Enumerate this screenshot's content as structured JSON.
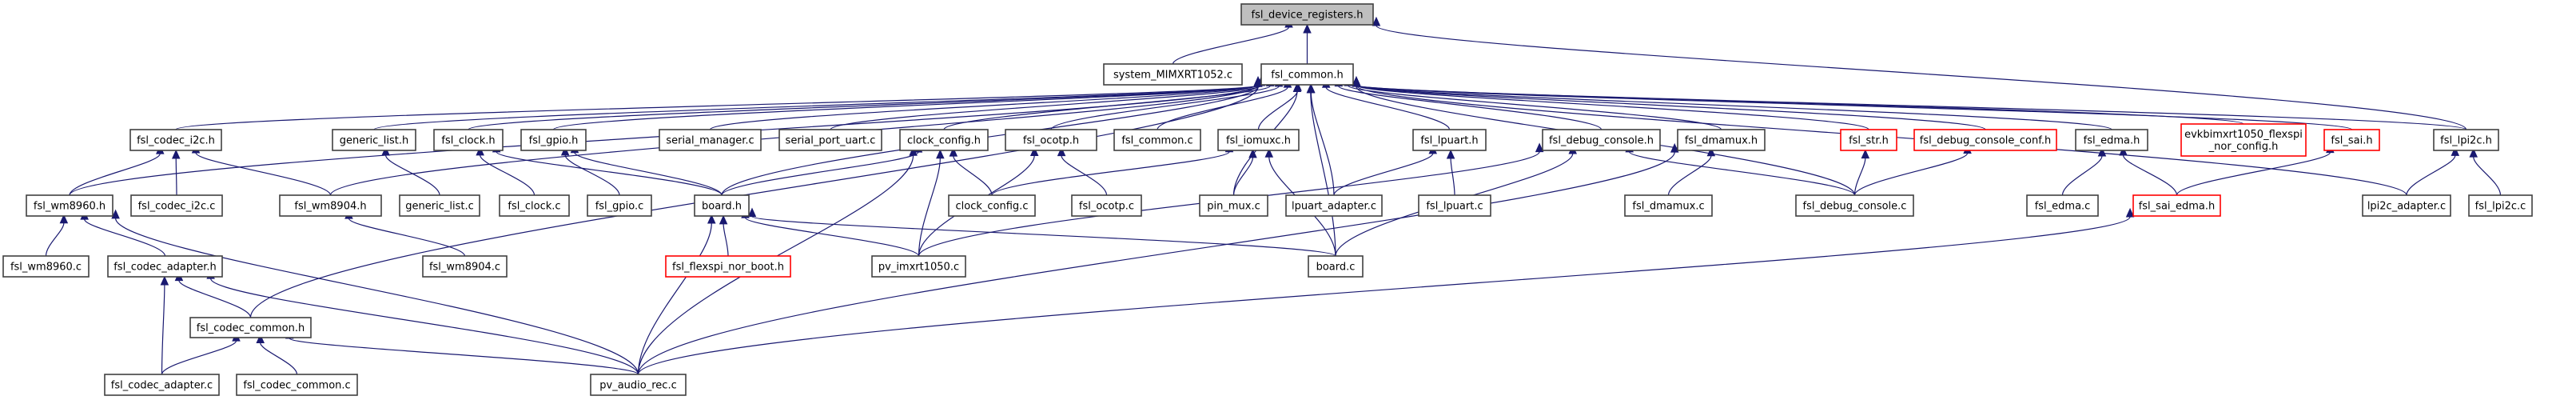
{
  "title": "fsl_device_registers.h include dependency graph",
  "colors": {
    "edge": "#191970",
    "node_border": "#404040",
    "root_fill": "#bfbfbf",
    "undocumented_border": "#ff0000"
  },
  "nodes": [
    {
      "id": "fsl_device_registers_h",
      "label": "fsl_device_registers.h",
      "kind": "root"
    },
    {
      "id": "system_MIMXRT1052_c",
      "label": "system_MIMXRT1052.c",
      "kind": "normal"
    },
    {
      "id": "fsl_common_h",
      "label": "fsl_common.h",
      "kind": "normal"
    },
    {
      "id": "fsl_codec_i2c_h",
      "label": "fsl_codec_i2c.h",
      "kind": "normal"
    },
    {
      "id": "generic_list_h",
      "label": "generic_list.h",
      "kind": "normal"
    },
    {
      "id": "fsl_clock_h",
      "label": "fsl_clock.h",
      "kind": "normal"
    },
    {
      "id": "fsl_gpio_h",
      "label": "fsl_gpio.h",
      "kind": "normal"
    },
    {
      "id": "serial_manager_c",
      "label": "serial_manager.c",
      "kind": "normal"
    },
    {
      "id": "serial_port_uart_c",
      "label": "serial_port_uart.c",
      "kind": "normal"
    },
    {
      "id": "clock_config_h",
      "label": "clock_config.h",
      "kind": "normal"
    },
    {
      "id": "fsl_ocotp_h",
      "label": "fsl_ocotp.h",
      "kind": "normal"
    },
    {
      "id": "fsl_common_c",
      "label": "fsl_common.c",
      "kind": "normal"
    },
    {
      "id": "fsl_iomuxc_h",
      "label": "fsl_iomuxc.h",
      "kind": "normal"
    },
    {
      "id": "fsl_lpuart_h",
      "label": "fsl_lpuart.h",
      "kind": "normal"
    },
    {
      "id": "fsl_debug_console_h",
      "label": "fsl_debug_console.h",
      "kind": "normal"
    },
    {
      "id": "fsl_dmamux_h",
      "label": "fsl_dmamux.h",
      "kind": "normal"
    },
    {
      "id": "fsl_str_h",
      "label": "fsl_str.h",
      "kind": "undocumented"
    },
    {
      "id": "fsl_debug_console_conf_h",
      "label": "fsl_debug_console_conf.h",
      "kind": "undocumented"
    },
    {
      "id": "fsl_edma_h",
      "label": "fsl_edma.h",
      "kind": "normal"
    },
    {
      "id": "evkbimxrt1050_flexspi_nor_config_h",
      "label": "evkbimxrt1050_flexspi\n_nor_config.h",
      "kind": "undocumented"
    },
    {
      "id": "fsl_sai_h",
      "label": "fsl_sai.h",
      "kind": "undocumented"
    },
    {
      "id": "fsl_lpi2c_h",
      "label": "fsl_lpi2c.h",
      "kind": "normal"
    },
    {
      "id": "fsl_wm8960_h",
      "label": "fsl_wm8960.h",
      "kind": "normal"
    },
    {
      "id": "fsl_codec_i2c_c",
      "label": "fsl_codec_i2c.c",
      "kind": "normal"
    },
    {
      "id": "fsl_wm8904_h",
      "label": "fsl_wm8904.h",
      "kind": "normal"
    },
    {
      "id": "generic_list_c",
      "label": "generic_list.c",
      "kind": "normal"
    },
    {
      "id": "fsl_clock_c",
      "label": "fsl_clock.c",
      "kind": "normal"
    },
    {
      "id": "fsl_gpio_c",
      "label": "fsl_gpio.c",
      "kind": "normal"
    },
    {
      "id": "board_h",
      "label": "board.h",
      "kind": "normal"
    },
    {
      "id": "clock_config_c",
      "label": "clock_config.c",
      "kind": "normal"
    },
    {
      "id": "fsl_ocotp_c",
      "label": "fsl_ocotp.c",
      "kind": "normal"
    },
    {
      "id": "pin_mux_c",
      "label": "pin_mux.c",
      "kind": "normal"
    },
    {
      "id": "lpuart_adapter_c",
      "label": "lpuart_adapter.c",
      "kind": "normal"
    },
    {
      "id": "fsl_lpuart_c",
      "label": "fsl_lpuart.c",
      "kind": "normal"
    },
    {
      "id": "fsl_dmamux_c",
      "label": "fsl_dmamux.c",
      "kind": "normal"
    },
    {
      "id": "fsl_debug_console_c",
      "label": "fsl_debug_console.c",
      "kind": "normal"
    },
    {
      "id": "fsl_edma_c",
      "label": "fsl_edma.c",
      "kind": "normal"
    },
    {
      "id": "fsl_sai_edma_h",
      "label": "fsl_sai_edma.h",
      "kind": "undocumented"
    },
    {
      "id": "lpi2c_adapter_c",
      "label": "lpi2c_adapter.c",
      "kind": "normal"
    },
    {
      "id": "fsl_lpi2c_c",
      "label": "fsl_lpi2c.c",
      "kind": "normal"
    },
    {
      "id": "fsl_wm8960_c",
      "label": "fsl_wm8960.c",
      "kind": "normal"
    },
    {
      "id": "fsl_codec_adapter_h",
      "label": "fsl_codec_adapter.h",
      "kind": "normal"
    },
    {
      "id": "fsl_wm8904_c",
      "label": "fsl_wm8904.c",
      "kind": "normal"
    },
    {
      "id": "fsl_flexspi_nor_boot_h",
      "label": "fsl_flexspi_nor_boot.h",
      "kind": "undocumented"
    },
    {
      "id": "pv_imxrt1050_c",
      "label": "pv_imxrt1050.c",
      "kind": "normal"
    },
    {
      "id": "board_c",
      "label": "board.c",
      "kind": "normal"
    },
    {
      "id": "fsl_codec_common_h",
      "label": "fsl_codec_common.h",
      "kind": "normal"
    },
    {
      "id": "fsl_codec_adapter_c",
      "label": "fsl_codec_adapter.c",
      "kind": "normal"
    },
    {
      "id": "fsl_codec_common_c",
      "label": "fsl_codec_common.c",
      "kind": "normal"
    },
    {
      "id": "pv_audio_rec_c",
      "label": "pv_audio_rec.c",
      "kind": "normal"
    }
  ],
  "edges": [
    [
      "system_MIMXRT1052_c",
      "fsl_device_registers_h"
    ],
    [
      "fsl_common_h",
      "fsl_device_registers_h"
    ],
    [
      "fsl_lpi2c_h",
      "fsl_device_registers_h"
    ],
    [
      "fsl_codec_i2c_h",
      "fsl_common_h"
    ],
    [
      "generic_list_h",
      "fsl_common_h"
    ],
    [
      "fsl_clock_h",
      "fsl_common_h"
    ],
    [
      "fsl_gpio_h",
      "fsl_common_h"
    ],
    [
      "serial_manager_c",
      "fsl_common_h"
    ],
    [
      "serial_port_uart_c",
      "fsl_common_h"
    ],
    [
      "clock_config_h",
      "fsl_common_h"
    ],
    [
      "fsl_ocotp_h",
      "fsl_common_h"
    ],
    [
      "fsl_common_c",
      "fsl_common_h"
    ],
    [
      "fsl_iomuxc_h",
      "fsl_common_h"
    ],
    [
      "fsl_lpuart_h",
      "fsl_common_h"
    ],
    [
      "fsl_debug_console_h",
      "fsl_common_h"
    ],
    [
      "fsl_dmamux_h",
      "fsl_common_h"
    ],
    [
      "fsl_str_h",
      "fsl_common_h"
    ],
    [
      "fsl_debug_console_conf_h",
      "fsl_common_h"
    ],
    [
      "fsl_edma_h",
      "fsl_common_h"
    ],
    [
      "evkbimxrt1050_flexspi_nor_config_h",
      "fsl_common_h"
    ],
    [
      "fsl_sai_h",
      "fsl_common_h"
    ],
    [
      "fsl_lpi2c_h",
      "fsl_common_h"
    ],
    [
      "fsl_wm8960_h",
      "fsl_common_h"
    ],
    [
      "fsl_wm8904_h",
      "fsl_common_h"
    ],
    [
      "board_h",
      "fsl_common_h"
    ],
    [
      "pin_mux_c",
      "fsl_common_h"
    ],
    [
      "lpuart_adapter_c",
      "fsl_common_h"
    ],
    [
      "board_c",
      "fsl_common_h"
    ],
    [
      "fsl_debug_console_c",
      "fsl_common_h"
    ],
    [
      "lpi2c_adapter_c",
      "fsl_common_h"
    ],
    [
      "fsl_codec_common_h",
      "fsl_common_h"
    ],
    [
      "fsl_wm8960_h",
      "fsl_codec_i2c_h"
    ],
    [
      "fsl_codec_i2c_c",
      "fsl_codec_i2c_h"
    ],
    [
      "fsl_wm8904_h",
      "fsl_codec_i2c_h"
    ],
    [
      "generic_list_c",
      "generic_list_h"
    ],
    [
      "fsl_clock_c",
      "fsl_clock_h"
    ],
    [
      "board_h",
      "fsl_clock_h"
    ],
    [
      "fsl_gpio_c",
      "fsl_gpio_h"
    ],
    [
      "board_h",
      "fsl_gpio_h"
    ],
    [
      "board_h",
      "clock_config_h"
    ],
    [
      "clock_config_c",
      "clock_config_h"
    ],
    [
      "pv_imxrt1050_c",
      "clock_config_h"
    ],
    [
      "pv_audio_rec_c",
      "clock_config_h"
    ],
    [
      "fsl_ocotp_c",
      "fsl_ocotp_h"
    ],
    [
      "pv_imxrt1050_c",
      "fsl_ocotp_h"
    ],
    [
      "clock_config_c",
      "fsl_iomuxc_h"
    ],
    [
      "pin_mux_c",
      "fsl_iomuxc_h"
    ],
    [
      "board_c",
      "fsl_iomuxc_h"
    ],
    [
      "lpuart_adapter_c",
      "fsl_lpuart_h"
    ],
    [
      "fsl_lpuart_c",
      "fsl_lpuart_h"
    ],
    [
      "pv_imxrt1050_c",
      "fsl_debug_console_h"
    ],
    [
      "board_c",
      "fsl_debug_console_h"
    ],
    [
      "fsl_debug_console_c",
      "fsl_debug_console_h"
    ],
    [
      "fsl_dmamux_c",
      "fsl_dmamux_h"
    ],
    [
      "pv_audio_rec_c",
      "fsl_dmamux_h"
    ],
    [
      "fsl_debug_console_c",
      "fsl_str_h"
    ],
    [
      "fsl_debug_console_c",
      "fsl_debug_console_conf_h"
    ],
    [
      "fsl_edma_c",
      "fsl_edma_h"
    ],
    [
      "fsl_sai_edma_h",
      "fsl_edma_h"
    ],
    [
      "fsl_sai_edma_h",
      "fsl_sai_h"
    ],
    [
      "pv_audio_rec_c",
      "fsl_sai_edma_h"
    ],
    [
      "lpi2c_adapter_c",
      "fsl_lpi2c_h"
    ],
    [
      "fsl_lpi2c_c",
      "fsl_lpi2c_h"
    ],
    [
      "fsl_wm8960_c",
      "fsl_wm8960_h"
    ],
    [
      "fsl_codec_adapter_h",
      "fsl_wm8960_h"
    ],
    [
      "pv_audio_rec_c",
      "fsl_wm8960_h"
    ],
    [
      "fsl_wm8904_c",
      "fsl_wm8904_h"
    ],
    [
      "fsl_flexspi_nor_boot_h",
      "board_h"
    ],
    [
      "pv_imxrt1050_c",
      "board_h"
    ],
    [
      "board_c",
      "board_h"
    ],
    [
      "pv_audio_rec_c",
      "board_h"
    ],
    [
      "fsl_codec_common_h",
      "fsl_codec_adapter_h"
    ],
    [
      "fsl_codec_adapter_c",
      "fsl_codec_adapter_h"
    ],
    [
      "pv_audio_rec_c",
      "fsl_codec_adapter_h"
    ],
    [
      "fsl_codec_adapter_c",
      "fsl_codec_common_h"
    ],
    [
      "fsl_codec_common_c",
      "fsl_codec_common_h"
    ],
    [
      "pv_audio_rec_c",
      "fsl_codec_common_h"
    ]
  ]
}
